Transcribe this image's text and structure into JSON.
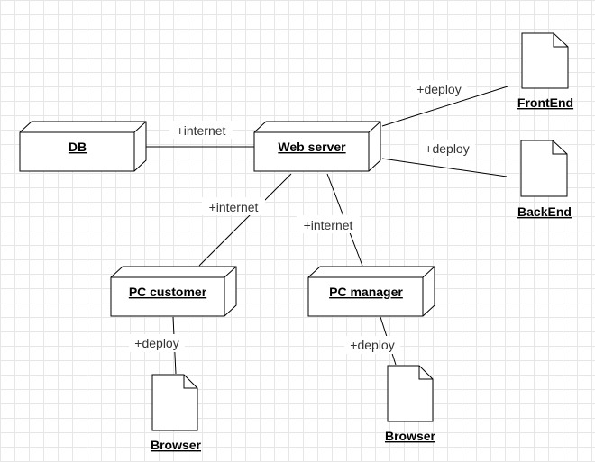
{
  "nodes": {
    "db": {
      "label": "DB"
    },
    "webserver": {
      "label": "Web server"
    },
    "pc_customer": {
      "label": "PC customer"
    },
    "pc_manager": {
      "label": "PC manager"
    },
    "frontend": {
      "label": "FrontEnd"
    },
    "backend": {
      "label": "BackEnd"
    },
    "browser_customer": {
      "label": "Browser"
    },
    "browser_manager": {
      "label": "Browser"
    }
  },
  "edges": {
    "db_web": {
      "label": "+internet"
    },
    "web_frontend": {
      "label": "+deploy"
    },
    "web_backend": {
      "label": "+deploy"
    },
    "web_customer": {
      "label": "+internet"
    },
    "web_manager": {
      "label": "+internet"
    },
    "customer_browser": {
      "label": "+deploy"
    },
    "manager_browser": {
      "label": "+deploy"
    }
  }
}
